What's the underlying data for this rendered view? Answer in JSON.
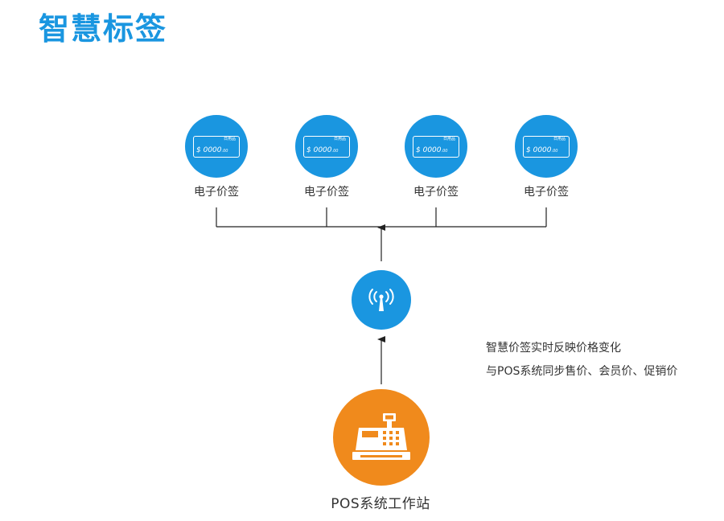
{
  "title": "智慧标签",
  "tags": [
    {
      "label": "电子价签",
      "category": "日用品",
      "price_main": "$ 0000",
      "price_cents": ".00"
    },
    {
      "label": "电子价签",
      "category": "日用品",
      "price_main": "$ 0000",
      "price_cents": ".00"
    },
    {
      "label": "电子价签",
      "category": "日用品",
      "price_main": "$ 0000",
      "price_cents": ".00"
    },
    {
      "label": "电子价签",
      "category": "日用品",
      "price_main": "$ 0000",
      "price_cents": ".00"
    }
  ],
  "access_point": {
    "icon": "wireless-antenna-icon"
  },
  "pos": {
    "label": "POS系统工作站",
    "icon": "cash-register-icon"
  },
  "description": [
    "智慧价签实时反映价格变化",
    "与POS系统同步售价、会员价、促销价"
  ],
  "colors": {
    "title": "#1a96e0",
    "tag_circle": "#1a96e0",
    "pos_circle": "#f08a1c",
    "lines": "#222222"
  }
}
